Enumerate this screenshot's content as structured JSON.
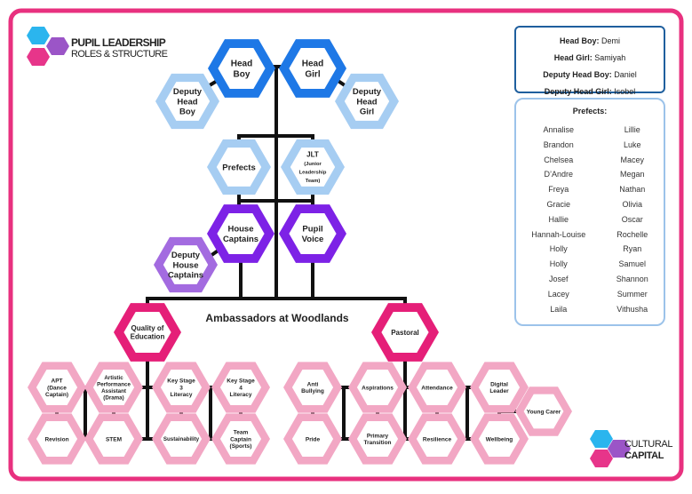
{
  "colors": {
    "frame": "#e8317f",
    "blue_dark": "#1e78e6",
    "blue_light": "#a6cdf2",
    "purple_dark": "#7d22e6",
    "purple_light": "#a36be0",
    "magenta": "#e51f78",
    "pink": "#f2a7c4",
    "logo_cyan": "#2bb5ee",
    "logo_purple": "#9b55c7",
    "logo_pink": "#e7358a"
  },
  "header": {
    "line1": "PUPIL LEADERSHIP",
    "line2": "ROLES & STRUCTURE"
  },
  "footer_logo": {
    "line1": "CULTURAL",
    "line2": "CAPITAL"
  },
  "nodes": {
    "head_boy": [
      "Head",
      "Boy"
    ],
    "head_girl": [
      "Head",
      "Girl"
    ],
    "deputy_head_boy": [
      "Deputy",
      "Head",
      "Boy"
    ],
    "deputy_head_girl": [
      "Deputy",
      "Head",
      "Girl"
    ],
    "prefects": [
      "Prefects"
    ],
    "jlt": [
      "JLT",
      "(Junior",
      "Leadership",
      "Team)"
    ],
    "house_captains": [
      "House",
      "Captains"
    ],
    "pupil_voice": [
      "Pupil",
      "Voice"
    ],
    "deputy_house_captains": [
      "Deputy",
      "House",
      "Captains"
    ],
    "quality_of_education": [
      "Quality of",
      "Education"
    ],
    "pastoral": [
      "Pastoral"
    ],
    "apt": [
      "APT",
      "(Dance",
      "Captain)"
    ],
    "artistic_performance": [
      "Artistic",
      "Performance",
      "Assistant",
      "(Drama)"
    ],
    "ks3_literacy": [
      "Key Stage",
      "3",
      "Literacy"
    ],
    "ks4_literacy": [
      "Key Stage",
      "4",
      "Literacy"
    ],
    "revision": [
      "Revision"
    ],
    "stem": [
      "STEM"
    ],
    "sustainability": [
      "Sustainability"
    ],
    "team_captain": [
      "Team",
      "Captain",
      "(Sports)"
    ],
    "anti_bullying": [
      "Anti",
      "Bullying"
    ],
    "aspirations": [
      "Aspirations"
    ],
    "attendance": [
      "Attendance"
    ],
    "digital_leader": [
      "Digital",
      "Leader"
    ],
    "pride": [
      "Pride"
    ],
    "primary_transition": [
      "Primary",
      "Transition"
    ],
    "resilience": [
      "Resilience"
    ],
    "wellbeing": [
      "Wellbeing"
    ],
    "young_carer": [
      "Young Carer"
    ]
  },
  "ambassadors_label": "Ambassadors at Woodlands",
  "officers": [
    {
      "role": "Head Boy:",
      "name": "Demi"
    },
    {
      "role": "Head Girl:",
      "name": "Samiyah"
    },
    {
      "role": "Deputy Head Boy:",
      "name": "Daniel"
    },
    {
      "role": "Deputy Head Girl:",
      "name": "Isobel"
    }
  ],
  "prefects_title": "Prefects:",
  "prefects_left": [
    "Annalise",
    "Brandon",
    "Chelsea",
    "D’Andre",
    "Freya",
    "Gracie",
    "Hallie",
    "Hannah-Louise",
    "Holly",
    "Holly",
    "Josef",
    "Lacey",
    "Laila"
  ],
  "prefects_right": [
    "Lillie",
    "Luke",
    "Macey",
    "Megan",
    "Nathan",
    "Olivia",
    "Oscar",
    "Rochelle",
    "Ryan",
    "Samuel",
    "Shannon",
    "Summer",
    "Vithusha"
  ]
}
